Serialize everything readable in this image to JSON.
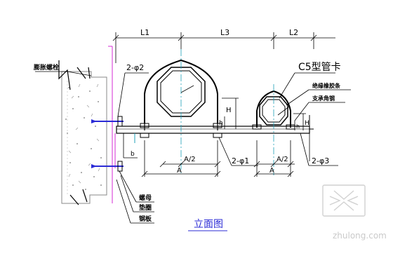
{
  "drawing": {
    "dimensions": {
      "l1": "L1",
      "l3": "L3",
      "l2": "L2"
    },
    "labels": {
      "wall_bolt": "膨胀螺栓",
      "holes_top": "2-φ2",
      "c5_clamp": "C5型管卡",
      "insulation_strip": "绝缘橡胶条",
      "support_steel": "支承角钢",
      "half_a_left": "A/2",
      "a_left": "A",
      "holes_mid": "2-φ1",
      "half_a_right": "A/2",
      "a_right": "A",
      "holes_right": "2-φ3",
      "nut": "螺母",
      "washer": "垫圈",
      "steel_plate": "钢板",
      "h_big": "H",
      "h_small_left": "h",
      "h_right": "H",
      "h_small_right": "h",
      "b_mark": "b"
    },
    "view_title": "立面图"
  },
  "watermark": {
    "text": "zhulong.com"
  },
  "colors": {
    "line_white": "#000000",
    "blue": "#2b2bd6",
    "magenta": "#d62bd6",
    "cyan": "#1fa0b8",
    "green": "#1e8f1e"
  }
}
